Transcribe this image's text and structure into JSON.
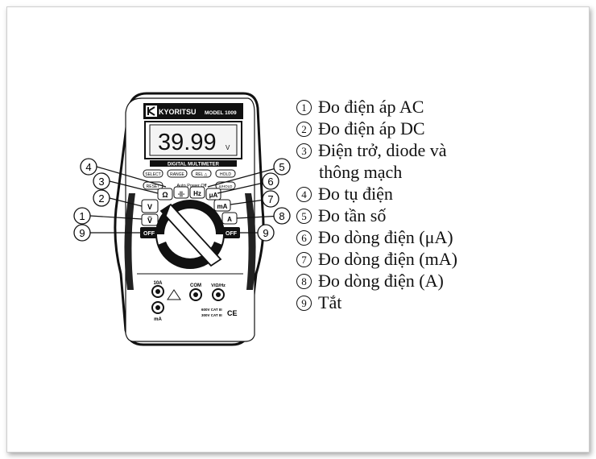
{
  "meter": {
    "brand": "KYORITSU",
    "model": "MODEL 1009",
    "display": "39.99",
    "display_unit": "V",
    "band_label": "DIGITAL MULTIMETER",
    "buttons": [
      "SELECT",
      "RANGE",
      "REL △",
      "HOLD",
      "RESET",
      "Δ/HOLD"
    ],
    "auto_power_off": "Auto Power Off",
    "dial": {
      "v_ac": "Ṽ",
      "v_dc": "V",
      "ohm": "Ω",
      "cap": "-||-",
      "hz": "Hz",
      "ua": "μA",
      "ma": "mA",
      "a": "A",
      "off_left": "OFF",
      "off_right": "OFF"
    },
    "jacks": {
      "tenA": "10A",
      "ma_label": "mA",
      "com": "COM",
      "vohm": "V/Ω/Hz"
    },
    "cat_text": [
      "600V CAT III",
      "300V CAT III"
    ],
    "ce": "CE"
  },
  "callouts": {
    "c4": "4",
    "c3": "3",
    "c2": "2",
    "c1": "1",
    "c9l": "9",
    "c5": "5",
    "c6": "6",
    "c7": "7",
    "c8": "8",
    "c9r": "9"
  },
  "legend": [
    {
      "num": "1",
      "text": "Đo điện áp AC"
    },
    {
      "num": "2",
      "text": "Đo điện áp DC"
    },
    {
      "num": "3",
      "text": "Điện trở, diode và"
    },
    {
      "num": "",
      "text": "thông mạch"
    },
    {
      "num": "4",
      "text": "Đo tụ điện"
    },
    {
      "num": "5",
      "text": "Đo tần số"
    },
    {
      "num": "6",
      "text": "Đo dòng điện (μA)"
    },
    {
      "num": "7",
      "text": "Đo dòng điện (mA)"
    },
    {
      "num": "8",
      "text": "Đo dòng điện (A)"
    },
    {
      "num": "9",
      "text": "Tắt"
    }
  ]
}
